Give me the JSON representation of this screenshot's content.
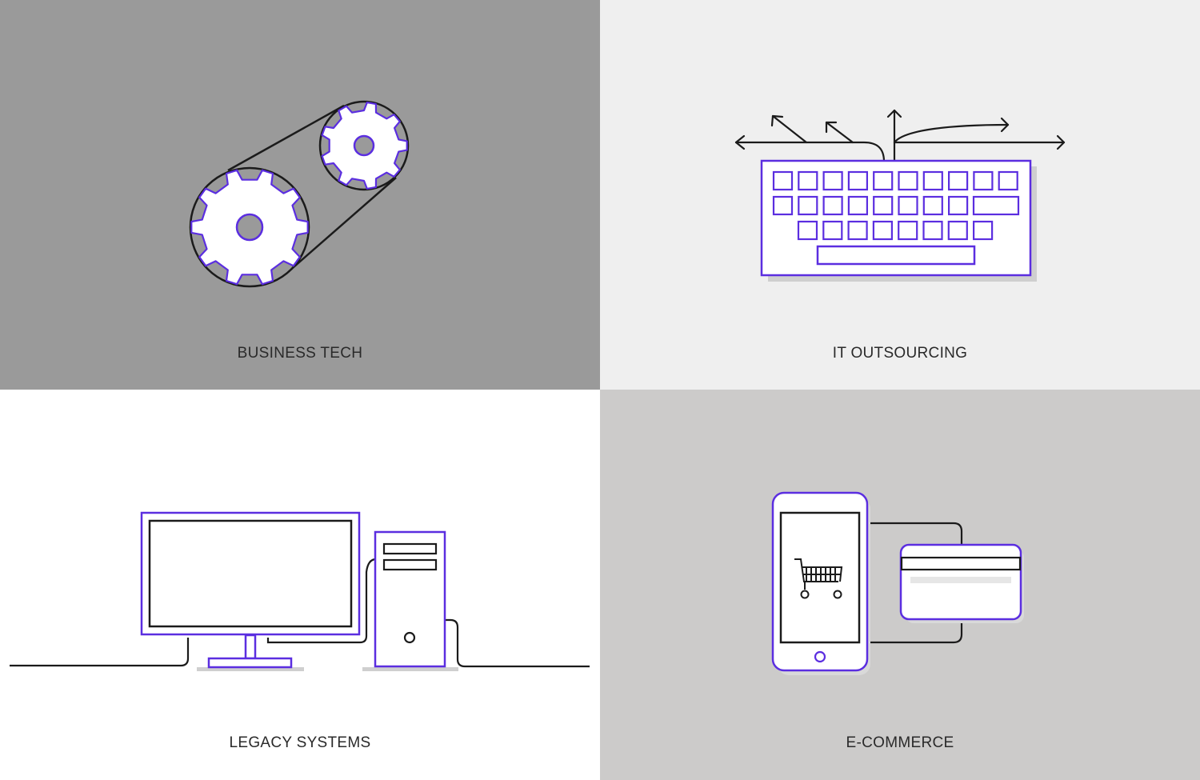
{
  "tiles": [
    {
      "title": "BUSINESS TECH",
      "background": "#9a9a9a",
      "icon": "gears-belt-icon"
    },
    {
      "title": "IT OUTSOURCING",
      "background": "#efefef",
      "icon": "keyboard-arrows-icon"
    },
    {
      "title": "LEGACY SYSTEMS",
      "background": "#ffffff",
      "icon": "desktop-computer-icon"
    },
    {
      "title": "E-COMMERCE",
      "background": "#cccbca",
      "icon": "phone-card-icon"
    }
  ],
  "colors": {
    "accent": "#5b2ee0",
    "stroke": "#1b1b1b",
    "shadow": "#c9c9c9"
  }
}
